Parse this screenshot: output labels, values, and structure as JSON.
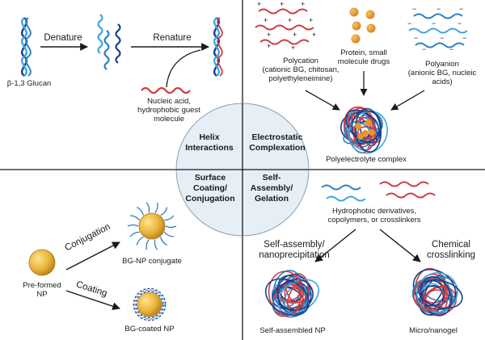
{
  "panels": {
    "helix": {
      "title_line1": "Helix",
      "title_line2": "Interactions",
      "glucan": "β-1,3 Glucan",
      "denature": "Denature",
      "renature": "Renature",
      "guest_line1": "Nucleic acid,",
      "guest_line2": "hydrophobic guest",
      "guest_line3": "molecule"
    },
    "electrostatic": {
      "title_line1": "Electrostatic",
      "title_line2": "Complexation",
      "polycation_line1": "Polycation",
      "polycation_line2": "(cationic BG, chitosan,",
      "polycation_line3": "polyethyleneimine)",
      "protein_line1": "Protein, small",
      "protein_line2": "molecule drugs",
      "polyanion_line1": "Polyanion",
      "polyanion_line2": "(anionic BG, nucleic",
      "polyanion_line3": "acids)",
      "complex": "Polyelectrolyte complex"
    },
    "surface": {
      "title_line1": "Surface",
      "title_line2": "Coating/",
      "title_line3": "Conjugation",
      "preformed_line1": "Pre-formed",
      "preformed_line2": "NP",
      "conjugation": "Conjugation",
      "coating": "Coating",
      "conjugate": "BG-NP conjugate",
      "coated": "BG-coated NP"
    },
    "selfassembly": {
      "title_line1": "Self-",
      "title_line2": "Assembly/",
      "title_line3": "Gelation",
      "deriv_line1": "Hydrophobic derivatives,",
      "deriv_line2": "copolymers, or crosslinkers",
      "selfasm_line1": "Self-assembly/",
      "selfasm_line2": "nanoprecipitation",
      "chem_line1": "Chemical",
      "chem_line2": "crosslinking",
      "selfasm_np": "Self-assembled NP",
      "nanogel": "Micro/nanogel"
    }
  },
  "signs": {
    "plus": "+",
    "minus": "−"
  },
  "colors": {
    "blue": "#2b7fc4",
    "dark_blue": "#1c3f87",
    "light_blue": "#3fa6e0",
    "red": "#d23b3b",
    "gold": "#e9b43a",
    "orange": "#e8962a",
    "circle_fill": "#e6eef6"
  }
}
